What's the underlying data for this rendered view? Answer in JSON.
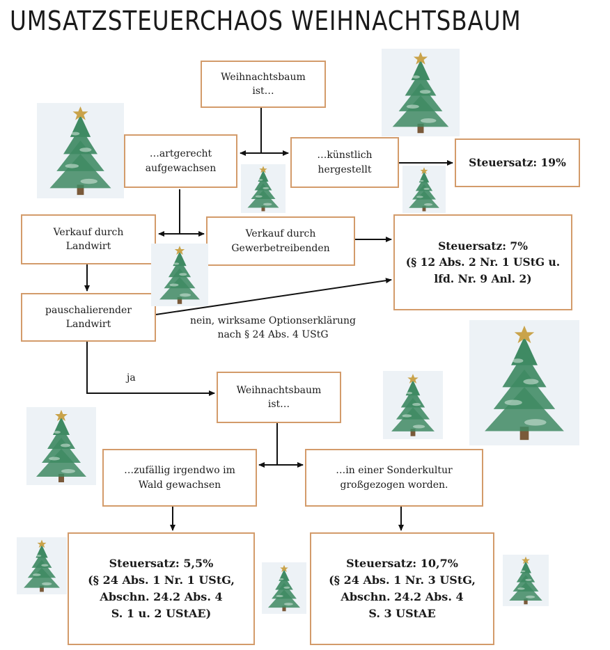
{
  "title": "UMSATZSTEUERCHAOS WEIHNACHTSBAUM",
  "boxes": {
    "start": {
      "l1": "Weihnachtsbaum",
      "l2": "ist…"
    },
    "natural": {
      "l1": "…artgerecht",
      "l2": "aufgewachsen"
    },
    "artificial": {
      "l1": "…künstlich",
      "l2": "hergestellt"
    },
    "rate19": {
      "l1": "Steuersatz: 19%"
    },
    "farmer": {
      "l1": "Verkauf durch",
      "l2": "Landwirt"
    },
    "trader": {
      "l1": "Verkauf durch",
      "l2": "Gewerbetreibenden"
    },
    "rate7": {
      "l1": "Steuersatz: 7%",
      "l2": "(§ 12 Abs. 2 Nr. 1 UStG u.",
      "l3": "lfd. Nr. 9 Anl. 2)"
    },
    "flatrate": {
      "l1": "pauschalierender",
      "l2": "Landwirt"
    },
    "tree2": {
      "l1": "Weihnachtsbaum",
      "l2": "ist…"
    },
    "forest": {
      "l1": "…zufällig irgendwo im",
      "l2": "Wald gewachsen"
    },
    "special": {
      "l1": "…in einer Sonderkultur",
      "l2": "großgezogen worden."
    },
    "rate55": {
      "l1": "Steuersatz: 5,5%",
      "l2": "(§ 24 Abs. 1 Nr. 1 UStG,",
      "l3": "Abschn. 24.2 Abs. 4",
      "l4": "S. 1 u. 2 UStAE)"
    },
    "rate107": {
      "l1": "Steuersatz: 10,7%",
      "l2": "(§ 24 Abs. 1 Nr. 3 UStG,",
      "l3": "Abschn. 24.2 Abs. 4",
      "l4": "S. 3 UStAE"
    }
  },
  "labels": {
    "no_l1": "nein, wirksame Optionserklärung",
    "no_l2": "nach § 24 Abs. 4 UStG",
    "yes": "ja"
  },
  "colors": {
    "box_border": "#d39b6a",
    "line": "#111111",
    "tree_green": "#3f8a63",
    "tree_star": "#c9a34a"
  }
}
